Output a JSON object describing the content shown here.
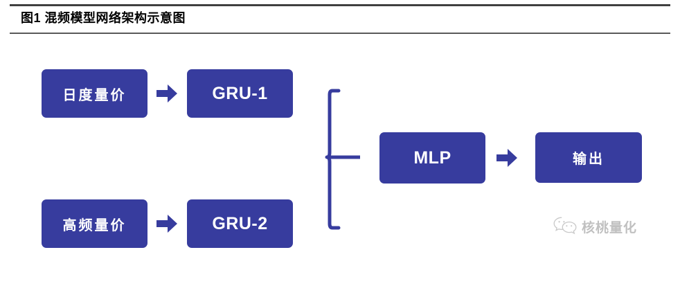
{
  "figure": {
    "title": "图1  混频模型网络架构示意图",
    "rule_color": "#404040"
  },
  "diagram": {
    "box_color": "#373C9E",
    "text_color": "#ffffff",
    "nodes": [
      {
        "id": "daily",
        "label": "日度量价",
        "kind": "cn"
      },
      {
        "id": "gru1",
        "label": "GRU-1",
        "kind": "en"
      },
      {
        "id": "highfreq",
        "label": "高频量价",
        "kind": "cn"
      },
      {
        "id": "gru2",
        "label": "GRU-2",
        "kind": "en"
      },
      {
        "id": "mlp",
        "label": "MLP",
        "kind": "en"
      },
      {
        "id": "output",
        "label": "输出",
        "kind": "cn"
      }
    ],
    "arrows": [
      {
        "id": "daily-to-gru1",
        "name": "arrow-right-icon"
      },
      {
        "id": "high-to-gru2",
        "name": "arrow-right-icon"
      },
      {
        "id": "mlp-to-output",
        "name": "arrow-right-icon"
      }
    ],
    "brace": {
      "name": "curly-brace-merge",
      "color": "#373C9E"
    }
  },
  "watermark": {
    "text": "核桃量化",
    "icon": "wechat-icon",
    "color": "#9a9a9a"
  }
}
